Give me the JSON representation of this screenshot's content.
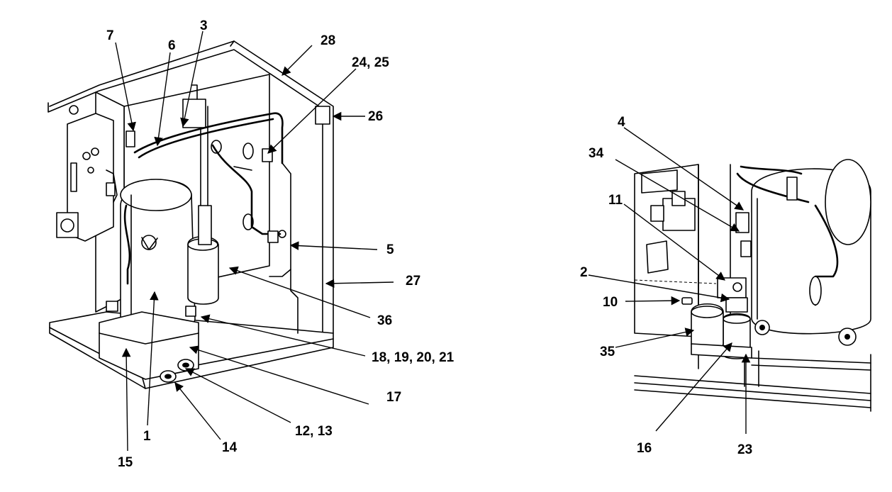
{
  "figure": {
    "left_view": {
      "callouts": {
        "c1": "1",
        "c3": "3",
        "c5": "5",
        "c6": "6",
        "c7": "7",
        "c12_13": "12, 13",
        "c14": "14",
        "c15": "15",
        "c17": "17",
        "c18_21": "18, 19, 20, 21",
        "c24_25": "24, 25",
        "c26": "26",
        "c27": "27",
        "c28": "28",
        "c36": "36"
      }
    },
    "right_view": {
      "callouts": {
        "c2": "2",
        "c4": "4",
        "c10": "10",
        "c11": "11",
        "c16": "16",
        "c23": "23",
        "c34": "34",
        "c35": "35"
      }
    }
  },
  "colors": {
    "line": "#000000",
    "background": "#ffffff"
  }
}
